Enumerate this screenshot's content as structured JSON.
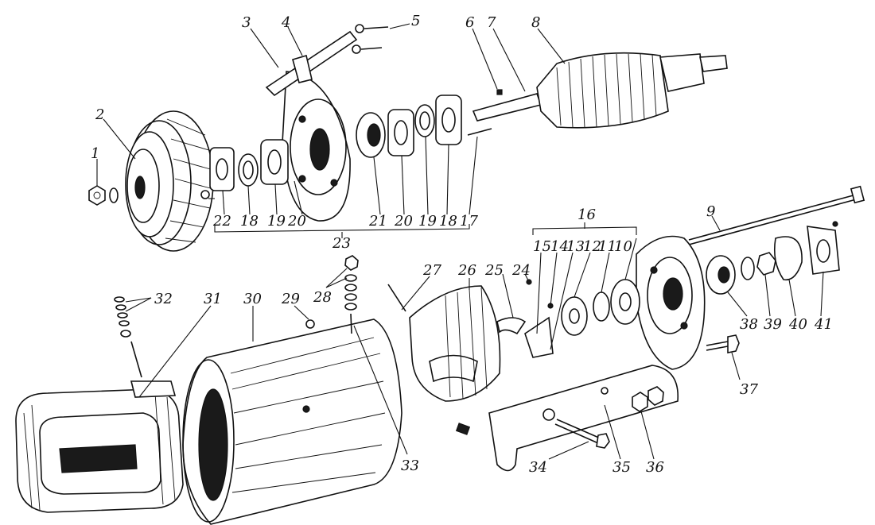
{
  "diagram": {
    "labels": [
      {
        "id": "p1",
        "text": "1"
      },
      {
        "id": "p2",
        "text": "2"
      },
      {
        "id": "p3",
        "text": "3"
      },
      {
        "id": "p4",
        "text": "4"
      },
      {
        "id": "p5",
        "text": "5"
      },
      {
        "id": "p6",
        "text": "6"
      },
      {
        "id": "p7",
        "text": "7"
      },
      {
        "id": "p8",
        "text": "8"
      },
      {
        "id": "p9",
        "text": "9"
      },
      {
        "id": "p10",
        "text": "10"
      },
      {
        "id": "p11",
        "text": "11"
      },
      {
        "id": "p12",
        "text": "12"
      },
      {
        "id": "p13",
        "text": "13"
      },
      {
        "id": "p14",
        "text": "14"
      },
      {
        "id": "p15",
        "text": "15"
      },
      {
        "id": "p16",
        "text": "16"
      },
      {
        "id": "p17",
        "text": "17"
      },
      {
        "id": "p18a",
        "text": "18"
      },
      {
        "id": "p18b",
        "text": "18"
      },
      {
        "id": "p19a",
        "text": "19"
      },
      {
        "id": "p19b",
        "text": "19"
      },
      {
        "id": "p20a",
        "text": "20"
      },
      {
        "id": "p20b",
        "text": "20"
      },
      {
        "id": "p21",
        "text": "21"
      },
      {
        "id": "p22",
        "text": "22"
      },
      {
        "id": "p23",
        "text": "23"
      },
      {
        "id": "p24",
        "text": "24"
      },
      {
        "id": "p25",
        "text": "25"
      },
      {
        "id": "p26",
        "text": "26"
      },
      {
        "id": "p27",
        "text": "27"
      },
      {
        "id": "p28",
        "text": "28"
      },
      {
        "id": "p29",
        "text": "29"
      },
      {
        "id": "p30",
        "text": "30"
      },
      {
        "id": "p31",
        "text": "31"
      },
      {
        "id": "p32",
        "text": "32"
      },
      {
        "id": "p33",
        "text": "33"
      },
      {
        "id": "p34",
        "text": "34"
      },
      {
        "id": "p35",
        "text": "35"
      },
      {
        "id": "p36",
        "text": "36"
      },
      {
        "id": "p37",
        "text": "37"
      },
      {
        "id": "p38",
        "text": "38"
      },
      {
        "id": "p39",
        "text": "39"
      },
      {
        "id": "p40",
        "text": "40"
      },
      {
        "id": "p41",
        "text": "41"
      }
    ]
  }
}
